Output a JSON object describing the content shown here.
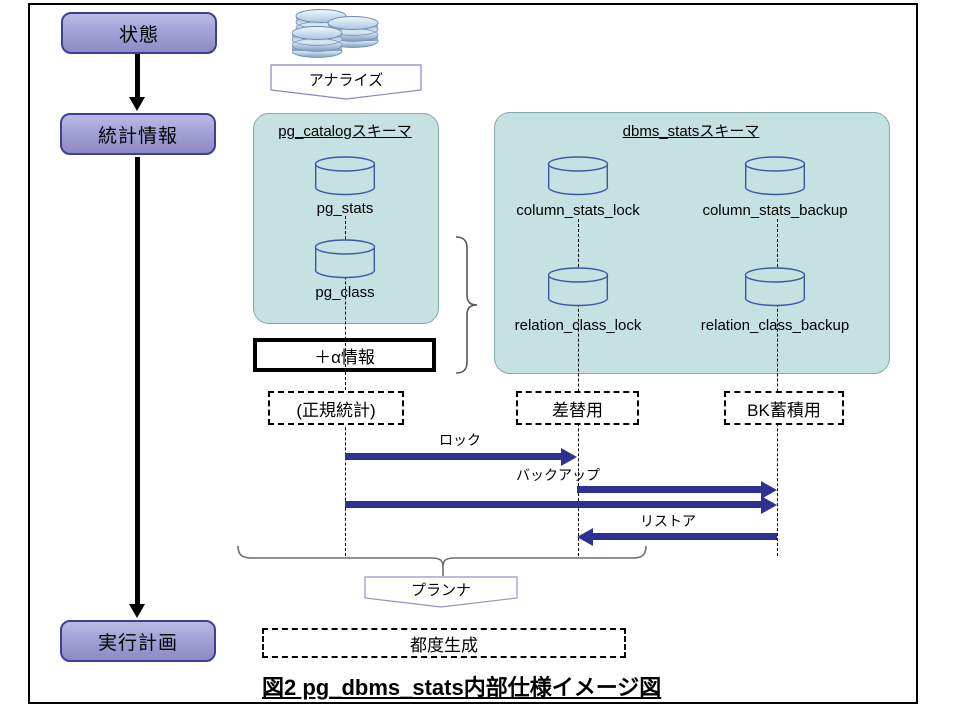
{
  "flow": {
    "state": "状態",
    "statistics": "統計情報",
    "execution_plan": "実行計画"
  },
  "analyze_label": "アナライズ",
  "planner_label": "プランナ",
  "generate_label": "都度生成",
  "alpha_info_label": "＋α情報",
  "pg_catalog_schema": {
    "title": "pg_catalogスキーマ",
    "tables": [
      "pg_stats",
      "pg_class"
    ]
  },
  "dbms_stats_schema": {
    "title": "dbms_statsスキーマ",
    "tables": [
      "column_stats_lock",
      "column_stats_backup",
      "relation_class_lock",
      "relation_class_backup"
    ]
  },
  "role_labels": {
    "normal_stats": "(正規統計)",
    "replace": "差替用",
    "bk_accumulate": "BK蓄積用"
  },
  "operation_labels": {
    "lock": "ロック",
    "backup": "バックアップ",
    "restore": "リストア"
  },
  "caption": "図2  pg_dbms_stats内部仕様イメージ図",
  "icons": {
    "database_stack": "database-stack-icon",
    "table_cylinder": "table-cylinder-icon"
  },
  "colors": {
    "flow_box_fill": "#a3a1d6",
    "flow_box_border": "#3f3f96",
    "schema_fill": "#c6e1e1",
    "schema_border": "#84aaae",
    "cylinder_stroke": "#3b57a8",
    "operation_arrow": "#2e3192",
    "brace": "#6e6e6e"
  }
}
